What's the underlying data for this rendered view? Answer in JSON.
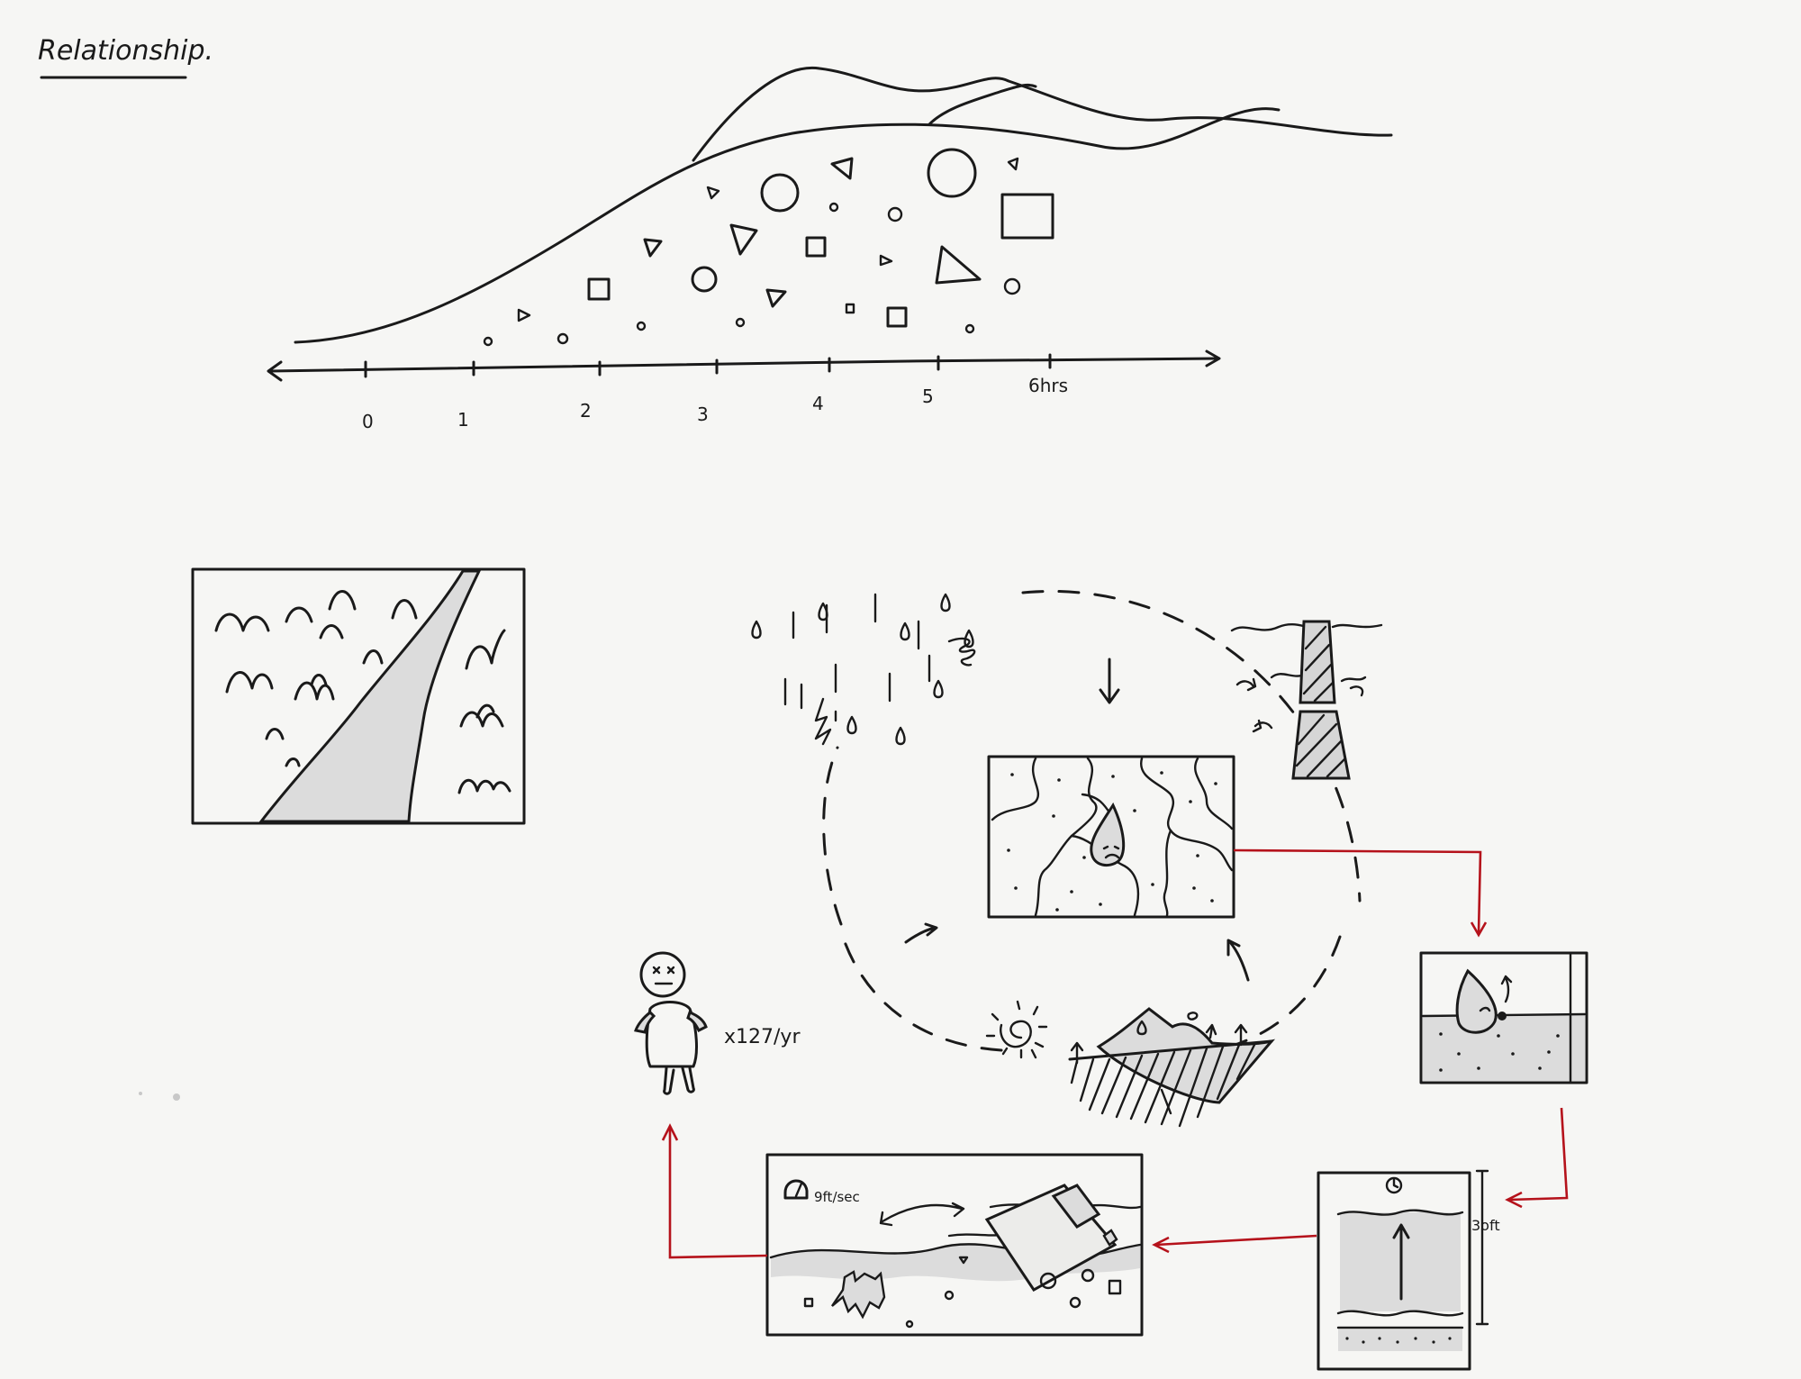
{
  "title": "Relationship.",
  "timeline": {
    "ticks": [
      "0",
      "1",
      "2",
      "3",
      "4",
      "5",
      "6hrs"
    ]
  },
  "labels": {
    "rate": "x127/yr",
    "speed": "9ft/sec",
    "height": "3oft"
  },
  "colors": {
    "ink": "#1a1a1a",
    "flow_arrows": "#b5121b",
    "shading": "#dcdcdc",
    "paper": "#f6f6f4"
  }
}
